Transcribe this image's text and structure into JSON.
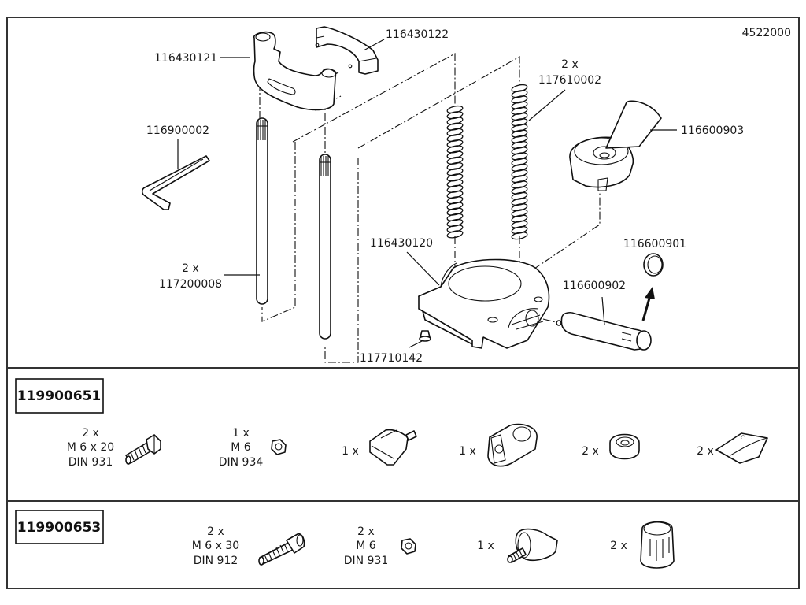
{
  "diagram": {
    "drawing_number": "4522000",
    "parts": [
      {
        "id": "116430121",
        "label": "116430121",
        "qty": ""
      },
      {
        "id": "116430122",
        "label": "116430122",
        "qty": ""
      },
      {
        "id": "117610002",
        "label": "117610002",
        "qty": "2 x"
      },
      {
        "id": "116600903",
        "label": "116600903",
        "qty": ""
      },
      {
        "id": "116900002",
        "label": "116900002",
        "qty": ""
      },
      {
        "id": "117200008",
        "label": "117200008",
        "qty": "2 x"
      },
      {
        "id": "116430120",
        "label": "116430120",
        "qty": ""
      },
      {
        "id": "116600901",
        "label": "116600901",
        "qty": ""
      },
      {
        "id": "116600902",
        "label": "116600902",
        "qty": ""
      },
      {
        "id": "117710142",
        "label": "117710142",
        "qty": ""
      }
    ]
  },
  "kits": [
    {
      "number": "119900651",
      "items": [
        {
          "qty": "2 x",
          "spec": "M 6 x 20",
          "norm": "DIN 931",
          "icon": "hex-bolt-icon"
        },
        {
          "qty": "1 x",
          "spec": "M 6",
          "norm": "DIN 934",
          "icon": "hex-nut-icon"
        },
        {
          "qty": "1 x",
          "spec": "",
          "norm": "",
          "icon": "thumb-screw-icon"
        },
        {
          "qty": "1 x",
          "spec": "",
          "norm": "",
          "icon": "clamp-block-icon"
        },
        {
          "qty": "2 x",
          "spec": "",
          "norm": "",
          "icon": "washer-icon"
        },
        {
          "qty": "2 x",
          "spec": "",
          "norm": "",
          "icon": "slide-pad-icon"
        }
      ]
    },
    {
      "number": "119900653",
      "items": [
        {
          "qty": "2 x",
          "spec": "M 6 x 30",
          "norm": "DIN 912",
          "icon": "socket-cap-screw-icon"
        },
        {
          "qty": "2 x",
          "spec": "M 6",
          "norm": "DIN 931",
          "icon": "hex-nut-icon"
        },
        {
          "qty": "1 x",
          "spec": "",
          "norm": "",
          "icon": "wing-screw-icon"
        },
        {
          "qty": "2 x",
          "spec": "",
          "norm": "",
          "icon": "knob-cap-icon"
        }
      ]
    }
  ]
}
